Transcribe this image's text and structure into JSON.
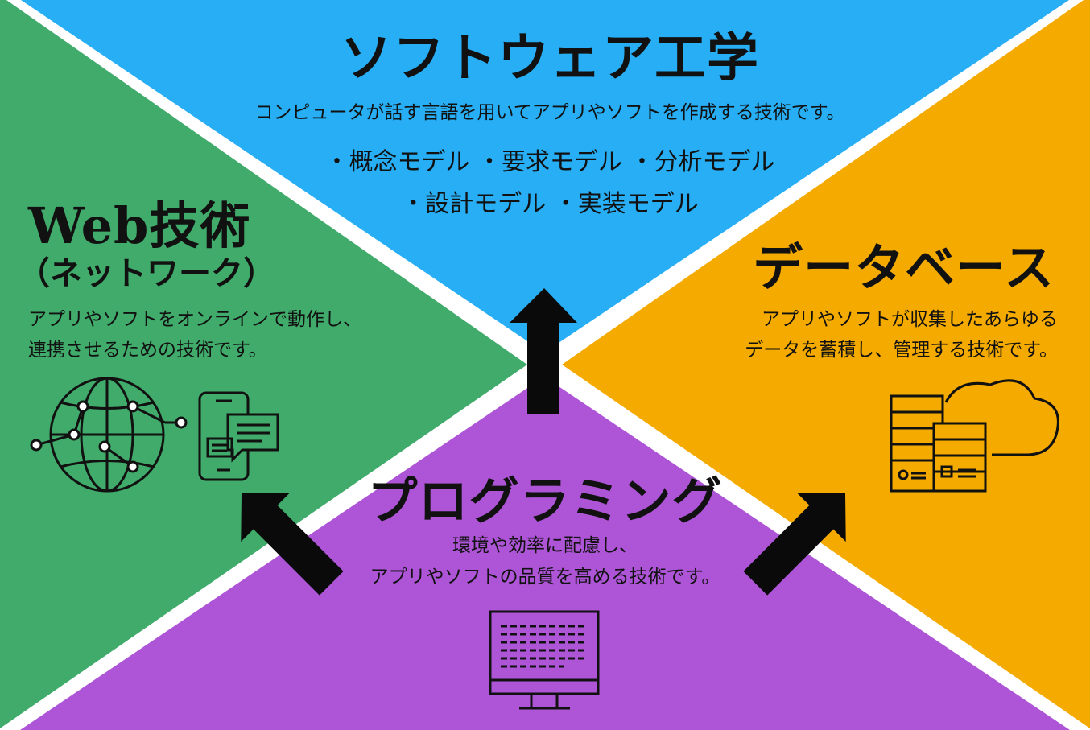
{
  "colors": {
    "software": "#27aef5",
    "web": "#40ab6b",
    "database": "#f5aa00",
    "programming": "#ad55d6",
    "arrow": "#0a0a0a"
  },
  "software": {
    "title": "ソフトウェア工学",
    "description": "コンピュータが話す言語を用いてアプリやソフトを作成する技術です。",
    "bullets_line1": "・概念モデル ・要求モデル ・分析モデル",
    "bullets_line2": "・設計モデル ・実装モデル"
  },
  "web": {
    "title": "Web技術",
    "subtitle": "（ネットワーク）",
    "description_line1": "アプリやソフトをオンラインで動作し、",
    "description_line2": "連携させるための技術です。"
  },
  "database": {
    "title": "データベース",
    "description_line1": "アプリやソフトが収集したあらゆる",
    "description_line2": "データを蓄積し、管理する技術です。"
  },
  "programming": {
    "title": "プログラミング",
    "description_line1": "環境や効率に配慮し、",
    "description_line2": "アプリやソフトの品質を高める技術です。"
  }
}
